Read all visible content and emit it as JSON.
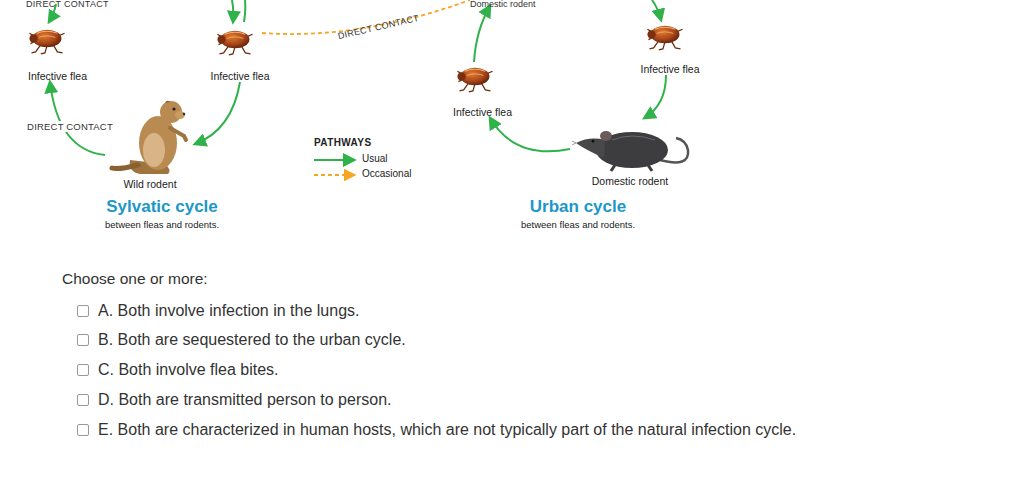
{
  "diagram": {
    "nodes": [
      {
        "text": [
          "Infective flea"
        ]
      },
      {
        "text": [
          "Infective flea"
        ]
      },
      {
        "text": [
          "Wild rodent"
        ]
      },
      {
        "text": [
          "Infective flea"
        ]
      },
      {
        "text": [
          "Infective flea"
        ]
      },
      {
        "text": [
          "Domestic rodent"
        ]
      }
    ],
    "edges": [
      {
        "from": 2,
        "to": 0,
        "arrow": "to",
        "label": "DIRECT CONTACT"
      },
      {
        "from": 1,
        "to": 2,
        "arrow": "to"
      },
      {
        "from": 5,
        "to": 3,
        "arrow": "to"
      },
      {
        "from": 4,
        "to": 5,
        "arrow": "to"
      }
    ],
    "labels": [
      "DIRECT CONTACT",
      "DIRECT CONTACT",
      "Domestic rodent",
      "Sylvatic cycle",
      "between fleas and rodents.",
      "Urban cycle",
      "between fleas and rodents.",
      "PATHWAYS",
      "Choose one or more:",
      "A. Both involve infection in the lungs.",
      "B. Both are sequestered to the urban cycle.",
      "C. Both involve flea bites.",
      "D. Both are transmitted person to person.",
      "E. Both are characterized in human hosts, which are not typically part of the natural infection cycle."
    ],
    "legend": [
      {
        "text": "Usual"
      },
      {
        "text": "Occasional"
      }
    ]
  }
}
